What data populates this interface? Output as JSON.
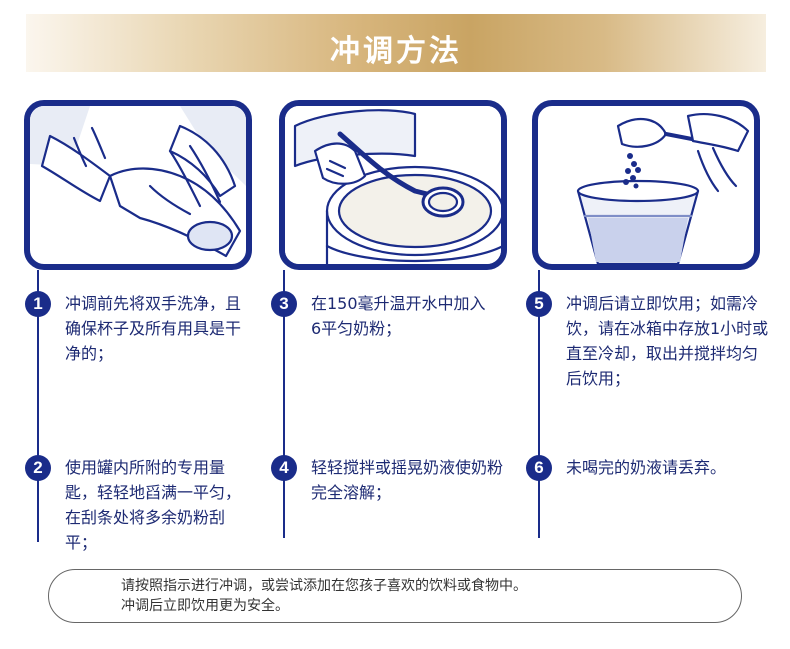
{
  "header": {
    "title": "冲调方法"
  },
  "steps": [
    {
      "number": "1",
      "text": "冲调前先将双手洗净，且确保杯子及所有用具是干净的；"
    },
    {
      "number": "2",
      "text": "使用罐内所附的专用量匙，轻轻地舀满一平匀，在刮条处将多余奶粉刮平；"
    },
    {
      "number": "3",
      "text": "在150毫升温开水中加入6平匀奶粉；"
    },
    {
      "number": "4",
      "text": "轻轻搅拌或摇晃奶液使奶粉完全溶解；"
    },
    {
      "number": "5",
      "text": "冲调后请立即饮用；如需冷饮，请在冰箱中存放1小时或直至冷却，取出并搅拌均匀后饮用；"
    },
    {
      "number": "6",
      "text": "未喝完的奶液请丢弃。"
    }
  ],
  "note": {
    "line1": "请按照指示进行冲调，或尝试添加在您孩子喜欢的饮料或食物中。",
    "line2": "冲调后立即饮用更为安全。"
  },
  "colors": {
    "brand_blue": "#1a2c8a",
    "banner_gold": "#c9a463"
  }
}
